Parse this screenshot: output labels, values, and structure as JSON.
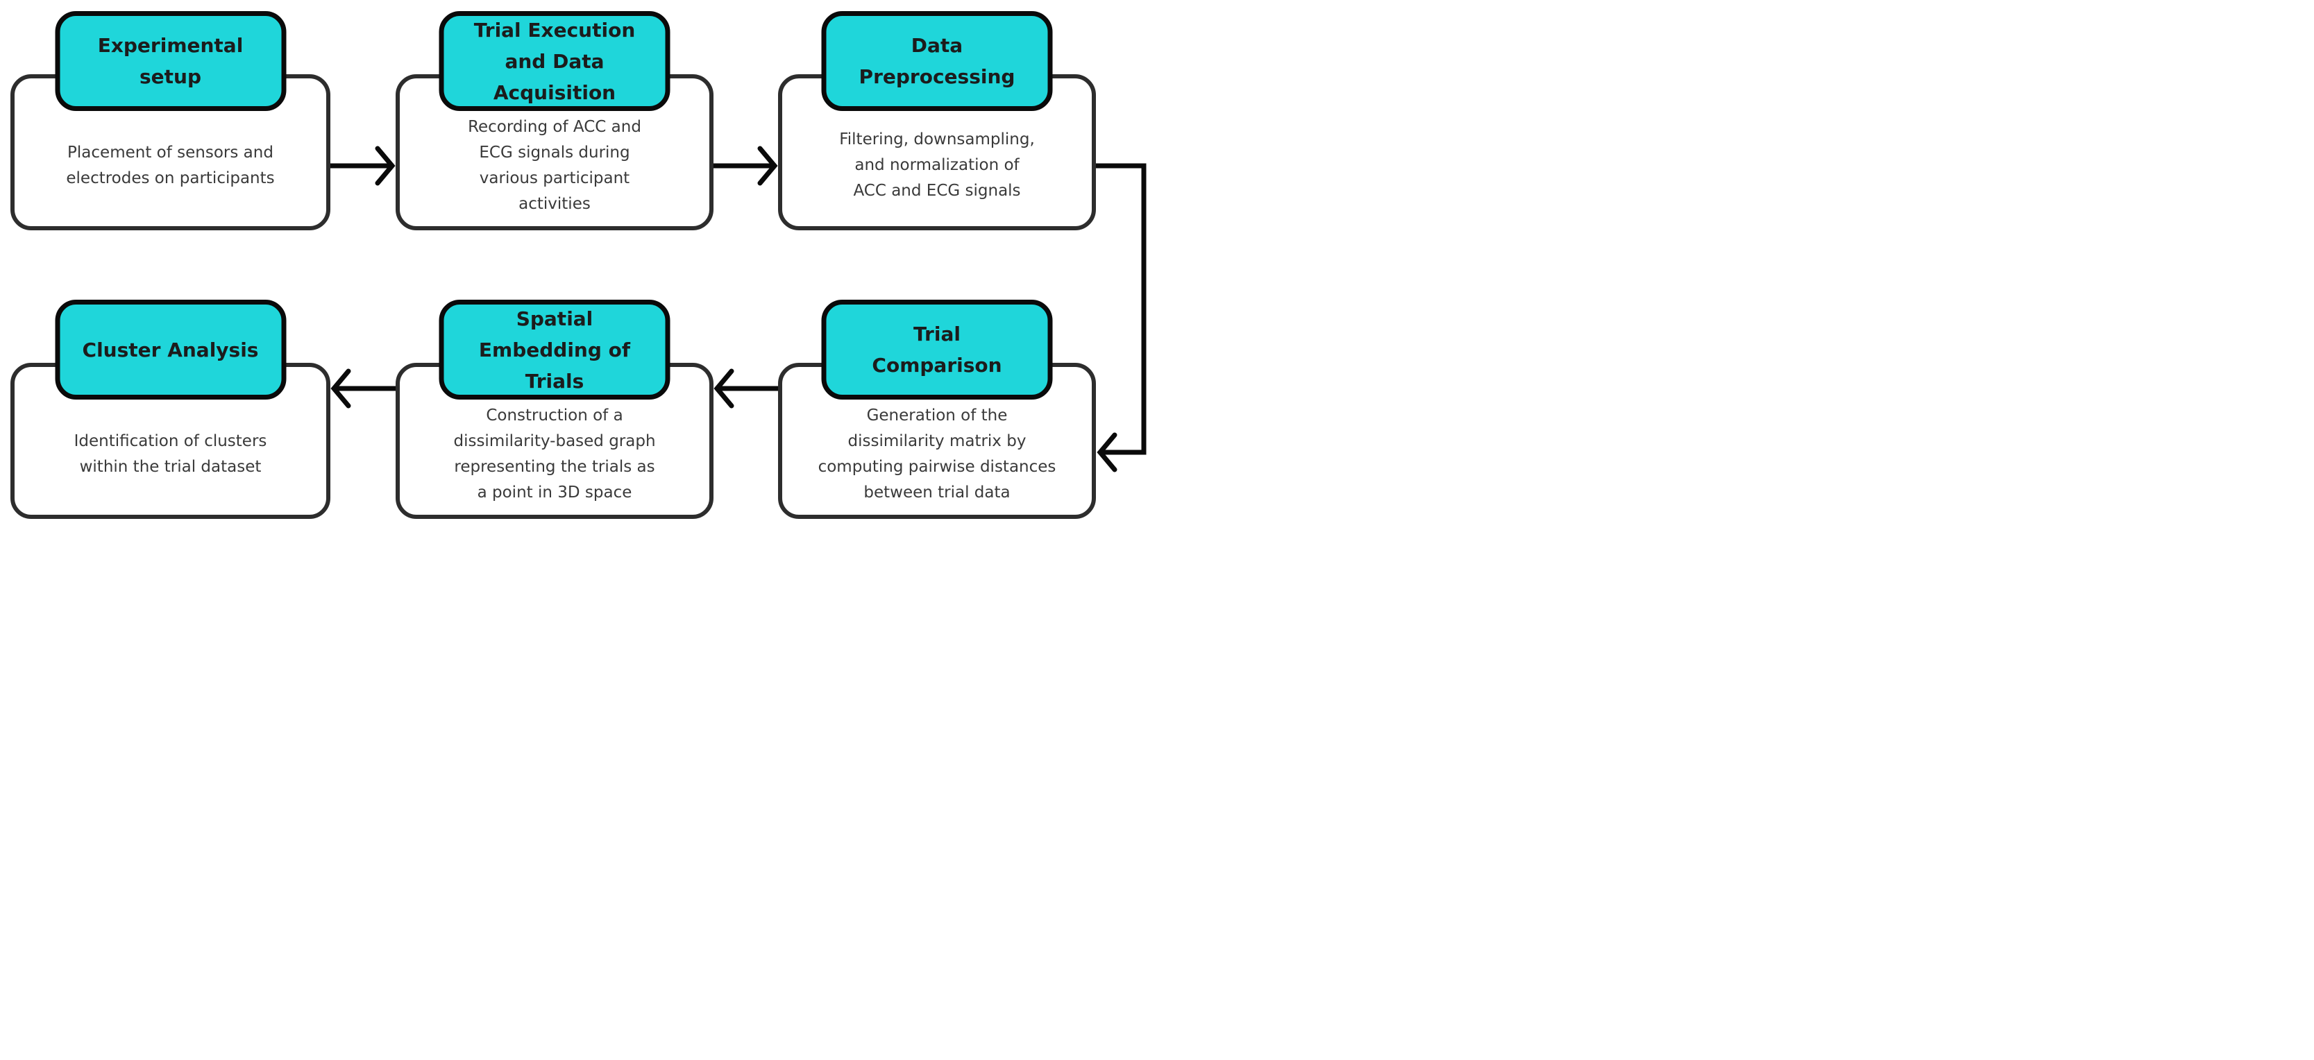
{
  "diagram": {
    "background": "#ffffff",
    "colors": {
      "header_fill": "#1fd6da",
      "header_border": "#0a0a0a",
      "header_text": "#1c1c1c",
      "body_border": "#2d2d2d",
      "body_text": "#3a3a3a",
      "arrow": "#0a0a0a"
    },
    "boxes": [
      {
        "id": "experimental-setup",
        "title": "Experimental\nsetup",
        "body": "Placement of sensors and\nelectrodes on participants"
      },
      {
        "id": "trial-execution-data-acquisition",
        "title": "Trial Execution\nand Data\nAcquisition",
        "body": "Recording of ACC and\nECG signals during\nvarious participant\nactivities"
      },
      {
        "id": "data-preprocessing",
        "title": "Data\nPreprocessing",
        "body": "Filtering, downsampling,\nand normalization of\nACC and ECG signals"
      },
      {
        "id": "cluster-analysis",
        "title": "Cluster Analysis",
        "body": "Identification of clusters\nwithin the trial dataset"
      },
      {
        "id": "spatial-embedding-of-trials",
        "title": "Spatial\nEmbedding of\nTrials",
        "body": "Construction of a\ndissimilarity-based graph\nrepresenting the trials as\na point in 3D space"
      },
      {
        "id": "trial-comparison",
        "title": "Trial\nComparison",
        "body": "Generation of the\ndissimilarity matrix by\ncomputing pairwise distances\nbetween trial data"
      }
    ],
    "flow": [
      {
        "from": "experimental-setup",
        "to": "trial-execution-data-acquisition"
      },
      {
        "from": "trial-execution-data-acquisition",
        "to": "data-preprocessing"
      },
      {
        "from": "data-preprocessing",
        "to": "trial-comparison"
      },
      {
        "from": "trial-comparison",
        "to": "spatial-embedding-of-trials"
      },
      {
        "from": "spatial-embedding-of-trials",
        "to": "cluster-analysis"
      }
    ]
  }
}
